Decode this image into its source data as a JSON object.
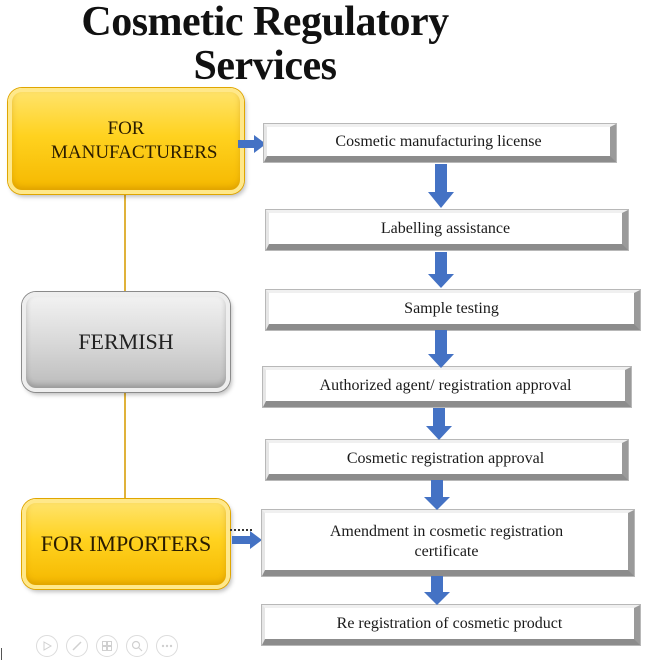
{
  "title": {
    "line1": "Cosmetic Regulatory",
    "line2": "Services"
  },
  "side_boxes": {
    "manufacturers": "FOR MANUFACTURERS",
    "center": "FERMISH",
    "importers": "FOR IMPORTERS"
  },
  "services": [
    "Cosmetic manufacturing license",
    "Labelling assistance",
    "Sample testing",
    "Authorized agent/ registration approval",
    "Cosmetic registration approval",
    "Amendment in cosmetic registration certificate",
    "Re registration of cosmetic product"
  ],
  "colors": {
    "gold": "#ffd21f",
    "grey": "#d6d6d6",
    "arrow": "#4472c4",
    "connector": "#e0b23a"
  },
  "slideshow_controls": [
    "play-icon",
    "pen-icon",
    "grid-icon",
    "zoom-icon",
    "more-icon"
  ]
}
